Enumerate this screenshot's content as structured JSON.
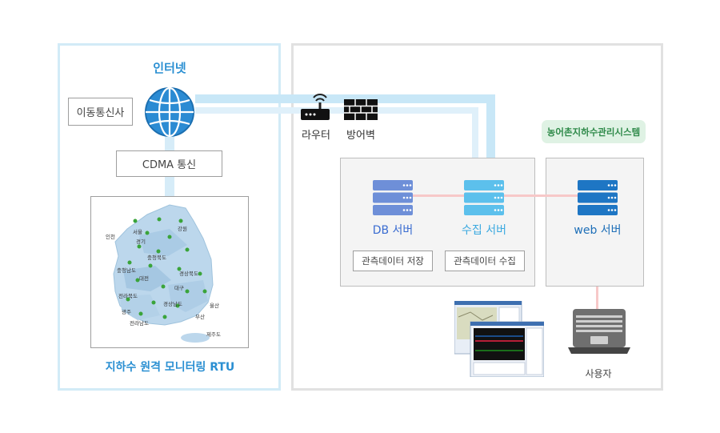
{
  "internet": {
    "title": "인터넷"
  },
  "mobile_carrier": "이동통신사",
  "cdma": "CDMA 통신",
  "router": "라우터",
  "firewall": "방어벽",
  "rtu_title": "지하수 원격 모니터링 RTU",
  "system_badge": "농어촌지하수관리시스템",
  "db_server": {
    "label": "DB 서버",
    "caption": "관측데이터 저장"
  },
  "collect_server": {
    "label": "수집 서버",
    "caption": "관측데이터 수집"
  },
  "web_server": {
    "label": "web 서버"
  },
  "user": "사용자",
  "map": {
    "labels": [
      "인천",
      "서울",
      "강원",
      "경기",
      "충청북도",
      "충청남도",
      "대전",
      "전라북도",
      "대구",
      "경상북도",
      "광주",
      "경상남도",
      "울산",
      "부산",
      "전라남도",
      "제주도"
    ]
  },
  "colors": {
    "left_border": "#d2ebf7",
    "right_border": "#e1e1e1",
    "pipe": "#bfe3f6",
    "server_db": "#6e8fd8",
    "server_collect": "#5cc0ec",
    "server_web": "#1e76c4",
    "link_pink": "#f7c8c8",
    "title_blue": "#2a8fd2"
  }
}
